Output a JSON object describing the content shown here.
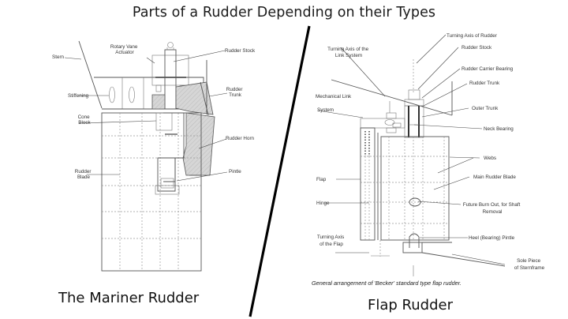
{
  "title": "Parts of a Rudder Depending on their Types",
  "mariner": {
    "caption": "The Mariner Rudder",
    "labels": {
      "stern": "Stern",
      "rotary_vane_1": "Rotary Vane",
      "rotary_vane_2": "Actuator",
      "rudder_stock": "Rudder Stock",
      "stiffening": "Stiffening",
      "rudder_trunk_1": "Rudder",
      "rudder_trunk_2": "Trunk",
      "cone_block_1": "Cone",
      "cone_block_2": "Block",
      "rudder_horn": "Rudder Horn",
      "rudder_blade_1": "Rudder",
      "rudder_blade_2": "Blade",
      "pintle": "Pintle"
    }
  },
  "flap": {
    "caption": "Flap Rudder",
    "note": "General arrangement of 'Becker' standard type flap rudder.",
    "labels": {
      "turning_axis_rudder": "Turning Axis of Rudder",
      "rudder_stock": "Rudder Stock",
      "turning_axis_link_1": "Turning Axis of the",
      "turning_axis_link_2": "Link System",
      "rudder_carrier_bearing": "Rudder Carrier Bearing",
      "rudder_trunk": "Rudder Trunk",
      "mechanical_link_1": "Mechanical Link",
      "mechanical_link_2": "System",
      "outer_trunk": "Outer Trunk",
      "neck_bearing": "Neck Bearing",
      "webs": "Webs",
      "flap": "Flap",
      "main_rudder_blade": "Main Rudder Blade",
      "hinge": "Hinge",
      "future_burn_out_1": "Future Burn Out, for Shaft",
      "future_burn_out_2": "Removal",
      "turning_axis_flap_1": "Turning Axis",
      "turning_axis_flap_2": "of the Flap",
      "heel_pintle": "Heel (Bearing) Pintle",
      "sole_piece_1": "Sole Piece",
      "sole_piece_2": "of Sternframe"
    }
  }
}
